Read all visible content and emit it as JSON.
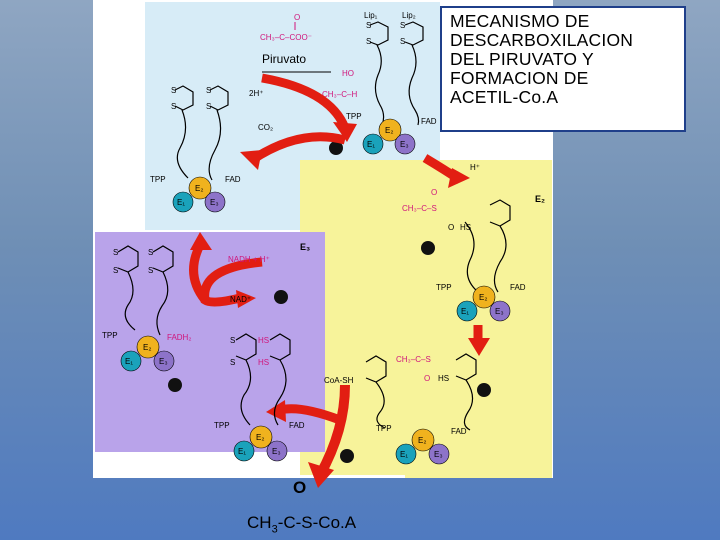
{
  "title_box": {
    "lines": [
      "MECANISMO DE",
      "DESCARBOXILACION",
      "DEL PIRUVATO Y",
      "FORMACION DE",
      "ACETIL-Co.A"
    ]
  },
  "labels": {
    "piruvato": "Piruvato",
    "pyruvate_formula_top": "O",
    "pyruvate_formula": "CH₃–C–COO⁻",
    "lip1": "Lip₁",
    "lip2": "Lip₂",
    "ho": "HO",
    "ch3_c_h": "CH₃–C–H",
    "two_h_plus": "2H⁺",
    "co2": "CO₂",
    "tpp": "TPP",
    "fad": "FAD",
    "fadh2": "FADH₂",
    "h_plus": "H⁺",
    "e1": "E₁",
    "e2": "E₂",
    "e3": "E₃",
    "e2_panel": "E₂",
    "e3_panel": "E₃",
    "acetyl_thioester": "CH₃–C–S",
    "acetyl_o": "O",
    "hs": "HS",
    "s": "S",
    "nadh": "NADH + H⁺",
    "nad": "NAD⁺",
    "coa_sh": "CoA-SH"
  },
  "bottom": {
    "o": "O",
    "formula_ch": "CH",
    "formula_sub": "3",
    "formula_rest": "-C-S-Co.A"
  },
  "colors": {
    "top_panel": "#d7ecf7",
    "yellow_panel": "#f7f39a",
    "purple_panel": "#b9a3ea",
    "white_panel": "#ffffff",
    "arrow_red": "#e21e12",
    "e1_teal": "#1aa2bb",
    "e2_orange": "#f0b21e",
    "e3_purple": "#8d73c9",
    "text_magenta": "#d0157b"
  }
}
